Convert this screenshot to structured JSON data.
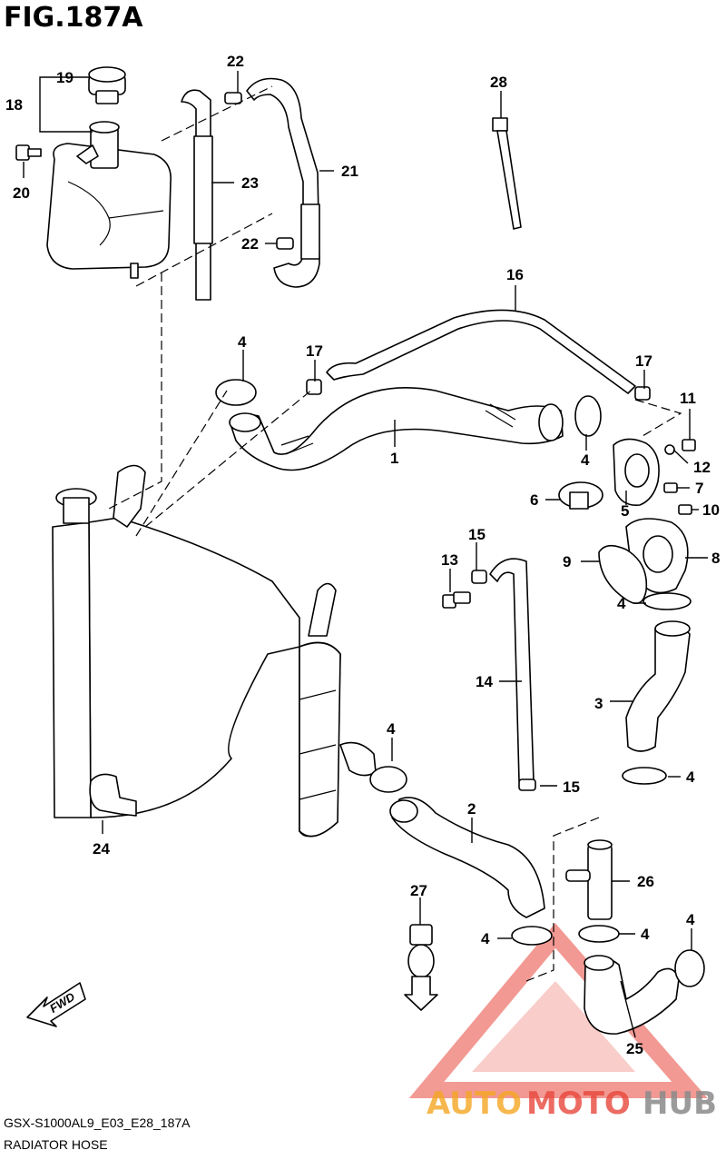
{
  "title": "FIG.187A",
  "footer": {
    "code": "GSX-S1000AL9_E03_E28_187A",
    "name": "RADIATOR HOSE"
  },
  "direction_label": "FWD",
  "watermark": {
    "part1": "AUTO",
    "part2": "MOTO",
    "part3": "HUB"
  },
  "callouts": [
    "1",
    "2",
    "3",
    "4",
    "5",
    "6",
    "7",
    "8",
    "9",
    "10",
    "11",
    "12",
    "13",
    "14",
    "15",
    "16",
    "17",
    "18",
    "19",
    "20",
    "21",
    "22",
    "23",
    "24",
    "25",
    "26",
    "27",
    "28"
  ],
  "colors": {
    "ink": "#000000",
    "watermark_red": "#e8473c",
    "watermark_orange": "#f5a623",
    "watermark_gray": "#8a8a8a"
  }
}
